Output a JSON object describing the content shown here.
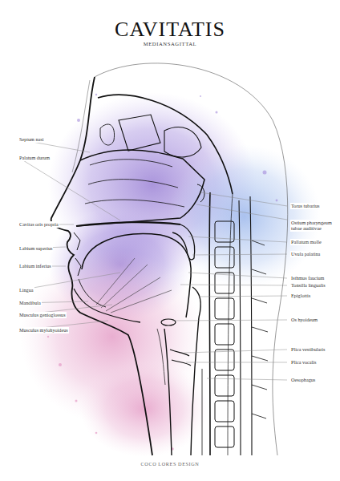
{
  "diagram": {
    "title": "CAVITATIS",
    "labels": [
      "MEDIANSAGITTAL",
      "Septum nasi",
      "Palatum durum",
      "Cavitas oris propria",
      "Labium superius",
      "Labium inferius",
      "Lingua",
      "Mandibula",
      "Musculus genioglossus",
      "Musculus mylohyoideus",
      "Torus tubarius",
      "Ostium pharyngeum tubae auditivae",
      "Pallatum molle",
      "Uvula palatina",
      "Isthmus faucium",
      "Tonsilla lingualis",
      "Epiglottis",
      "Os hyoideum",
      "Plica vestibularis",
      "Plica vocalis",
      "Oesophagus",
      "COCO LORES DESIGN"
    ]
  }
}
